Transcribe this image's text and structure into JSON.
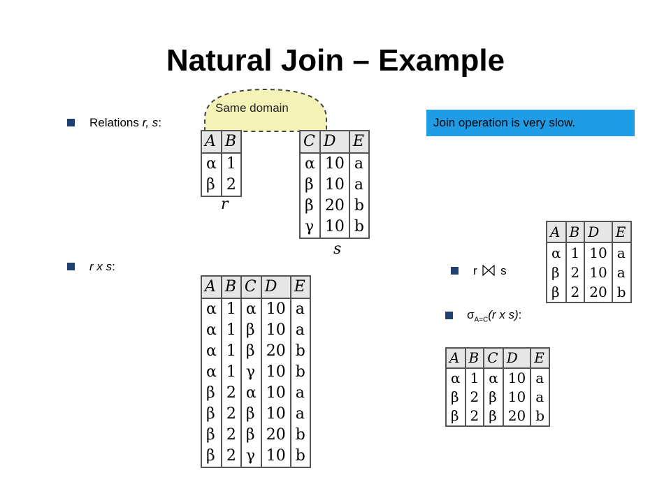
{
  "title": "Natural Join – Example",
  "same_domain": "Same domain",
  "note": "Join operation is very slow.",
  "bullets": {
    "relations_prefix": "Relations ",
    "relations_vars": "r, s",
    "relations_suffix": ":",
    "cross_vars": "r x s",
    "cross_suffix": ":",
    "join_left": "r",
    "join_right": "s",
    "select_sigma": "σ",
    "select_sub": "A=C",
    "select_arg": "(r x s)",
    "select_suffix": ":"
  },
  "table_r": {
    "caption": "r",
    "headers": [
      "A",
      "B"
    ],
    "rows": [
      [
        "α",
        "1"
      ],
      [
        "β",
        "2"
      ]
    ]
  },
  "table_s": {
    "caption": "s",
    "headers": [
      "C",
      "D",
      "E"
    ],
    "rows": [
      [
        "α",
        "10",
        "a"
      ],
      [
        "β",
        "10",
        "a"
      ],
      [
        "β",
        "20",
        "b"
      ],
      [
        "γ",
        "10",
        "b"
      ]
    ]
  },
  "table_rxs": {
    "headers": [
      "A",
      "B",
      "C",
      "D",
      "E"
    ],
    "rows": [
      [
        "α",
        "1",
        "α",
        "10",
        "a"
      ],
      [
        "α",
        "1",
        "β",
        "10",
        "a"
      ],
      [
        "α",
        "1",
        "β",
        "20",
        "b"
      ],
      [
        "α",
        "1",
        "γ",
        "10",
        "b"
      ],
      [
        "β",
        "2",
        "α",
        "10",
        "a"
      ],
      [
        "β",
        "2",
        "β",
        "10",
        "a"
      ],
      [
        "β",
        "2",
        "β",
        "20",
        "b"
      ],
      [
        "β",
        "2",
        "γ",
        "10",
        "b"
      ]
    ]
  },
  "table_join": {
    "headers": [
      "A",
      "B",
      "D",
      "E"
    ],
    "rows": [
      [
        "α",
        "1",
        "10",
        "a"
      ],
      [
        "β",
        "2",
        "10",
        "a"
      ],
      [
        "β",
        "2",
        "20",
        "b"
      ]
    ]
  },
  "table_select": {
    "headers": [
      "A",
      "B",
      "C",
      "D",
      "E"
    ],
    "rows": [
      [
        "α",
        "1",
        "α",
        "10",
        "a"
      ],
      [
        "β",
        "2",
        "β",
        "10",
        "a"
      ],
      [
        "β",
        "2",
        "β",
        "20",
        "b"
      ]
    ]
  }
}
